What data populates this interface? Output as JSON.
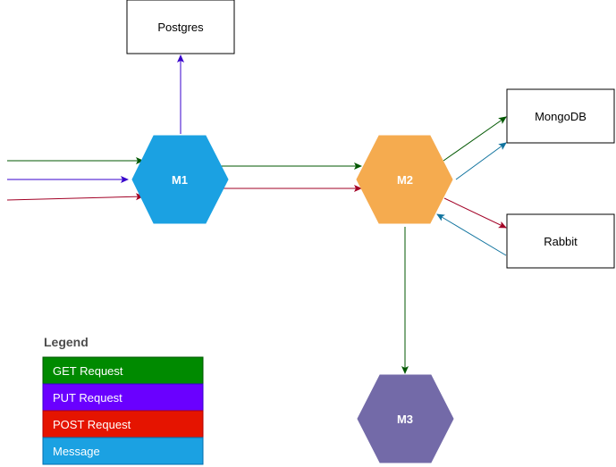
{
  "nodes": {
    "postgres": {
      "label": "Postgres"
    },
    "mongodb": {
      "label": "MongoDB"
    },
    "rabbit": {
      "label": "Rabbit"
    },
    "m1": {
      "label": "M1"
    },
    "m2": {
      "label": "M2"
    },
    "m3": {
      "label": "M3"
    }
  },
  "legend": {
    "title": "Legend",
    "items": [
      {
        "label": "GET Request",
        "color": "#008a00"
      },
      {
        "label": "PUT Request",
        "color": "#6a00ff"
      },
      {
        "label": "POST Request",
        "color": "#e51400"
      },
      {
        "label": "Message",
        "color": "#1ba1e2"
      }
    ]
  },
  "colors": {
    "m1_fill": "#1ba1e2",
    "m2_fill": "#f5ab4f",
    "m3_fill": "#736aa8",
    "get_line": "#005700",
    "put_line": "#3700cc",
    "post_line": "#a20025",
    "message_line": "#10739e"
  }
}
